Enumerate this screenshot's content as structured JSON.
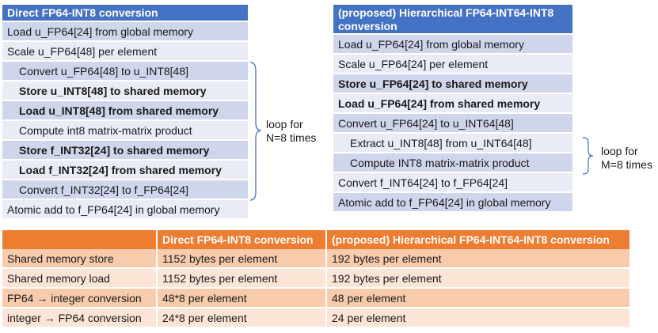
{
  "left_panel": {
    "title": "Direct FP64-INT8 conversion",
    "rows": [
      "Load u_FP64[24] from global memory",
      "Scale u_FP64[48] per element",
      "Convert u_FP64[48] to u_INT8[48]",
      "Store u_INT8[48] to shared memory",
      "Load u_INT8[48] from shared memory",
      "Compute int8 matrix-matrix product",
      "Store f_INT32[24] to shared memory",
      "Load f_INT32[24] from shared memory",
      "Convert f_INT32[24] to f_FP64[24]",
      "Atomic add to f_FP64[24] in global memory"
    ],
    "loop_label_1": "loop for",
    "loop_label_2": "N=8 times"
  },
  "right_panel": {
    "title_1": "(proposed) Hierarchical FP64-INT64-INT8",
    "title_2": "conversion",
    "rows": [
      "Load u_FP64[24] from global memory",
      "Scale u_FP64[24] per element",
      "Store u_FP64[24] to shared memory",
      "Load u_FP64[24] from shared memory",
      "Convert u_FP64[24] to u_INT64[48]",
      "Extract u_INT8[48] from u_INT64[48]",
      "Compute INT8 matrix-matrix product",
      "Convert f_INT64[24] to f_FP64[24]",
      "Atomic add to f_FP64[24] in global memory"
    ],
    "loop_label_1": "loop for",
    "loop_label_2": "M=8 times"
  },
  "comparison_table": {
    "headers": [
      "",
      "Direct FP64-INT8 conversion",
      "(proposed) Hierarchical FP64-INT64-INT8 conversion"
    ],
    "rows": [
      [
        "Shared memory store",
        "1152 bytes per element",
        "192 bytes per element"
      ],
      [
        "Shared memory load",
        "1152 bytes per element",
        "192 bytes per element"
      ],
      [
        "FP64 → integer conversion",
        "48*8 per element",
        "48 per element"
      ],
      [
        "integer → FP64 conversion",
        "24*8 per element",
        "24 per element"
      ]
    ]
  },
  "colors": {
    "blue_header": "#4472c4",
    "blue_dark_row": "#cfd5ea",
    "blue_light_row": "#e9ebf5",
    "orange_header": "#ed7d31",
    "orange_dark_row": "#f8cbad",
    "orange_light_row": "#fce4d6"
  }
}
